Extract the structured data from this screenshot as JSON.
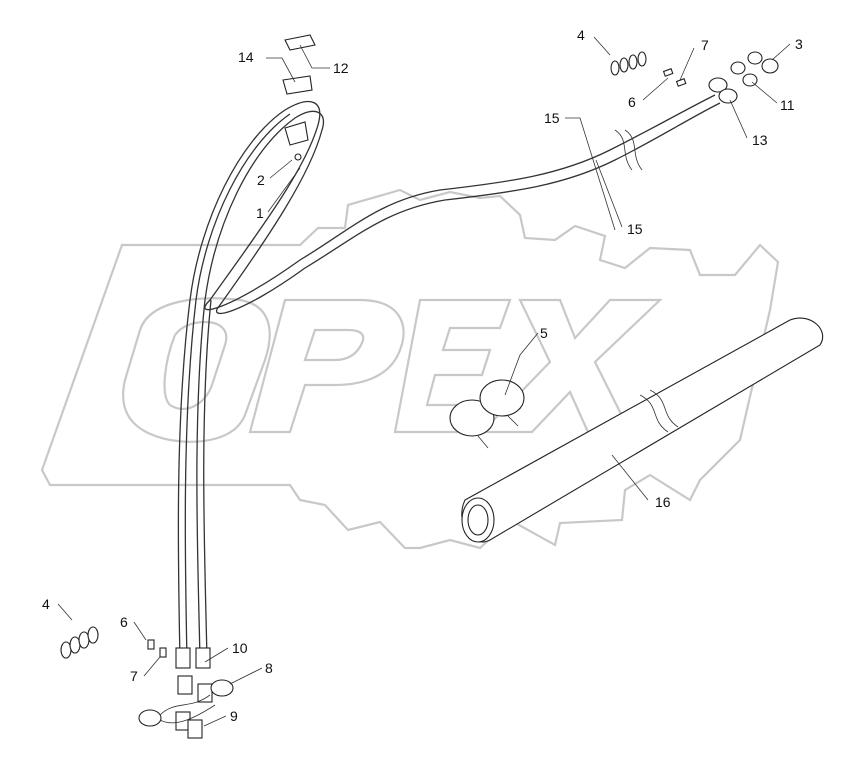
{
  "watermark": {
    "text": "OPEX"
  },
  "callouts": [
    {
      "id": "c-14a",
      "text": "14"
    },
    {
      "id": "c-12",
      "text": "12"
    },
    {
      "id": "c-2",
      "text": "2"
    },
    {
      "id": "c-1",
      "text": "1"
    },
    {
      "id": "c-4a",
      "text": "4"
    },
    {
      "id": "c-7a",
      "text": "7"
    },
    {
      "id": "c-3",
      "text": "3"
    },
    {
      "id": "c-6a",
      "text": "6"
    },
    {
      "id": "c-11",
      "text": "11"
    },
    {
      "id": "c-13",
      "text": "13"
    },
    {
      "id": "c-15a",
      "text": "15"
    },
    {
      "id": "c-15b",
      "text": "15"
    },
    {
      "id": "c-5",
      "text": "5"
    },
    {
      "id": "c-16",
      "text": "16"
    },
    {
      "id": "c-4b",
      "text": "4"
    },
    {
      "id": "c-6b",
      "text": "6"
    },
    {
      "id": "c-7b",
      "text": "7"
    },
    {
      "id": "c-10",
      "text": "10"
    },
    {
      "id": "c-8",
      "text": "8"
    },
    {
      "id": "c-9",
      "text": "9"
    }
  ]
}
